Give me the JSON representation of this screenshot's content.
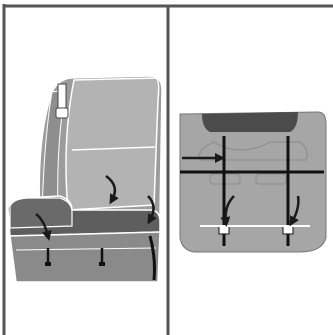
{
  "figure": {
    "panels": [
      {
        "name": "left-panel",
        "subject": "seat-cushion-installation"
      },
      {
        "name": "right-panel",
        "subject": "seat-cover-rear-straps"
      }
    ],
    "colors": {
      "frame": "#555555",
      "seat_light": "#a8a8a8",
      "seat_mid": "#8c8c8c",
      "seat_dark": "#5a5a5a",
      "headrest_dark": "#4b4b4b",
      "strap": "#111111",
      "arrow": "#1a1a1a"
    },
    "icons": [
      "curved-arrow-icon",
      "straight-arrow-icon",
      "buckle-icon"
    ]
  }
}
